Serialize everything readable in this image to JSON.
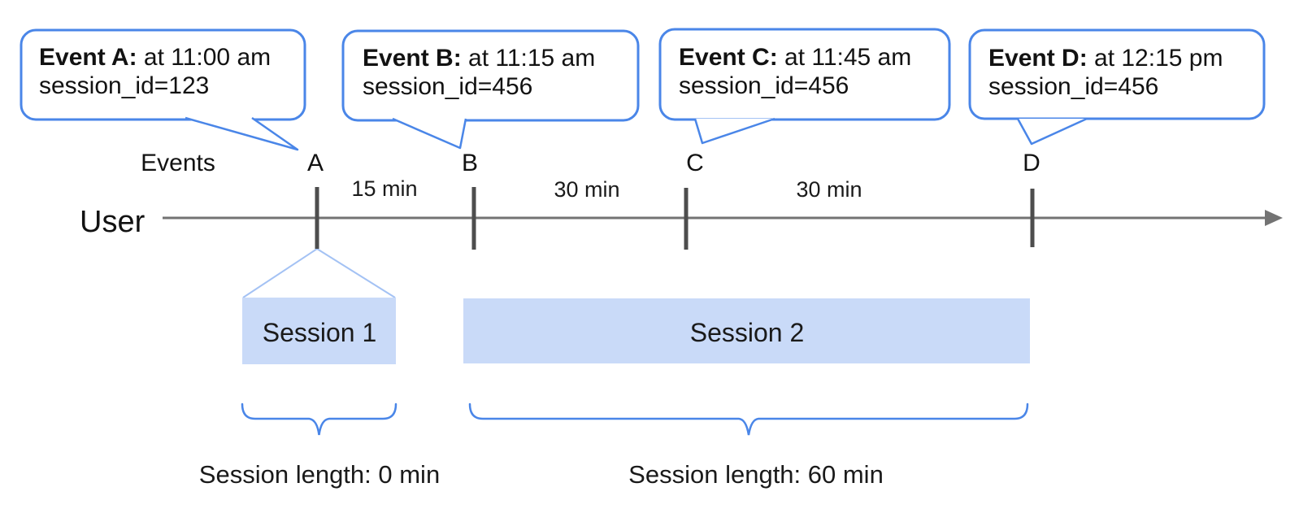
{
  "colors": {
    "bubble_border": "#4a86e8",
    "bubble_fill": "#ffffff",
    "session_fill": "#c9daf8",
    "funnel_stroke": "#a4c2f4",
    "axis_gray": "#737373",
    "tick_gray": "#4d4d4d",
    "brace_blue": "#4a86e8",
    "text_black": "#121212"
  },
  "bubbles": [
    {
      "label": "Event A:",
      "time": " at 11:00 am",
      "session": "session_id=123"
    },
    {
      "label": "Event B:",
      "time": " at 11:15 am",
      "session": "session_id=456"
    },
    {
      "label": "Event C:",
      "time": " at 11:45 am",
      "session": "session_id=456"
    },
    {
      "label": "Event D:",
      "time": " at 12:15 pm",
      "session": "session_id=456"
    }
  ],
  "timeline": {
    "events_label": "Events",
    "user_label": "User",
    "marks": [
      "A",
      "B",
      "C",
      "D"
    ],
    "intervals": [
      "15 min",
      "30 min",
      "30 min"
    ]
  },
  "sessions": [
    {
      "label": "Session 1",
      "length": "Session length: 0 min"
    },
    {
      "label": "Session 2",
      "length": "Session length: 60 min"
    }
  ]
}
